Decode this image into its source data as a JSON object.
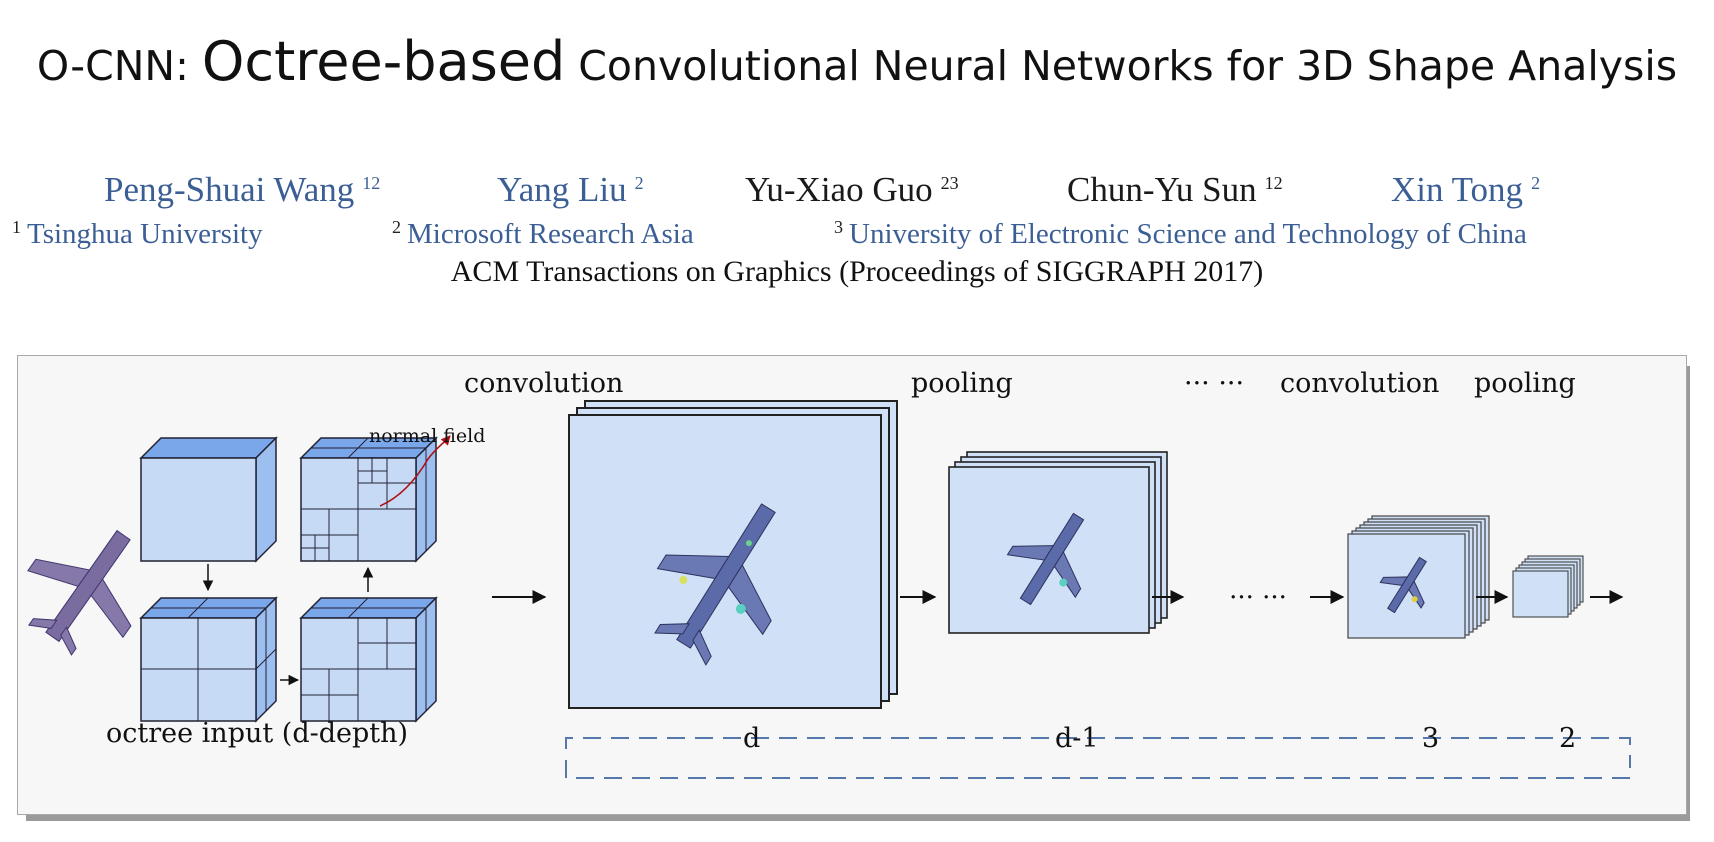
{
  "title": {
    "prefix": "O-CNN: ",
    "emphasis": "Octree-based",
    "rest": " Convolutional Neural Networks for 3D Shape Analysis"
  },
  "authors": [
    {
      "name": "Peng-Shuai Wang",
      "sup": "12"
    },
    {
      "name": "Yang Liu",
      "sup": "2"
    },
    {
      "name": "Yu-Xiao Guo",
      "sup": "23"
    },
    {
      "name": "Chun-Yu Sun",
      "sup": "12"
    },
    {
      "name": "Xin Tong",
      "sup": "2"
    }
  ],
  "affiliations": [
    {
      "sup": "1",
      "name": "Tsinghua University"
    },
    {
      "sup": "2",
      "name": "Microsoft Research Asia"
    },
    {
      "sup": "3",
      "name": "University of Electronic Science and Technology of China"
    }
  ],
  "venue": "ACM Transactions on Graphics (Proceedings of SIGGRAPH 2017)",
  "figure": {
    "label_convolution": "convolution",
    "label_pooling": "pooling",
    "label_dots": "··· ···",
    "label_convolution_2": "convolution",
    "label_pooling_2": "pooling",
    "label_normal_field": "normal field",
    "label_octree_input": "octree input (d-depth)",
    "arrow_dots": "··· ···",
    "depths": [
      "d",
      "d-1",
      "3",
      "2"
    ],
    "colors": {
      "cube_face": "#c6d9f5",
      "cube_top": "#7aa6ea",
      "cube_side": "#9cbff0",
      "map_fill": "#d0e0f7",
      "dash": "#5577aa"
    }
  }
}
